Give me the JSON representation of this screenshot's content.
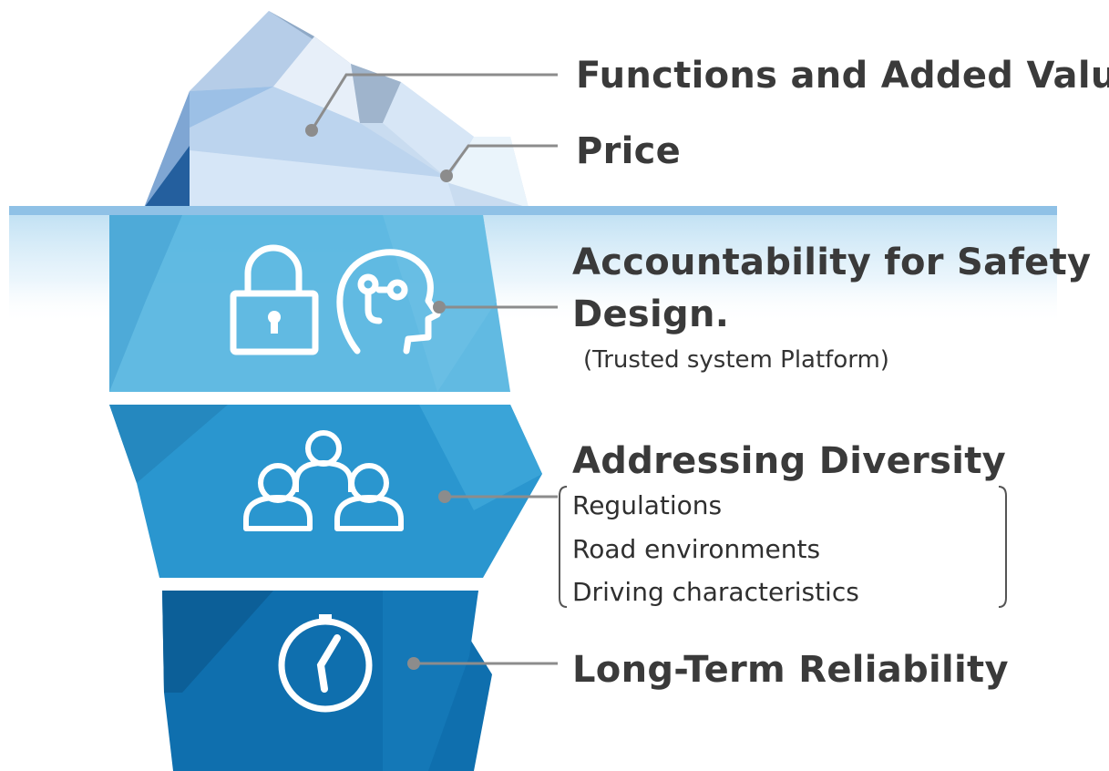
{
  "labels": {
    "functions": "Functions and Added Value",
    "price": "Price",
    "accountability_line1": "Accountability for Safety",
    "accountability_line2": "Design.",
    "accountability_sub": "(Trusted system Platform)",
    "diversity": "Addressing Diversity",
    "diversity_items": [
      "Regulations",
      "Road environments",
      "Driving characteristics"
    ],
    "reliability": "Long-Term Reliability"
  },
  "icons": [
    "lock-icon",
    "head-circuit-icon",
    "people-group-icon",
    "stopwatch-icon"
  ],
  "colors": {
    "tip_light": "#dbe8f6",
    "tip_mid": "#a9c6e6",
    "waterline": "#8fc1e6",
    "band1": "#58b6e0",
    "band2": "#2a96cf",
    "band3": "#0f6fae",
    "leader": "#8c8c8c",
    "text": "#3a3a3a"
  }
}
